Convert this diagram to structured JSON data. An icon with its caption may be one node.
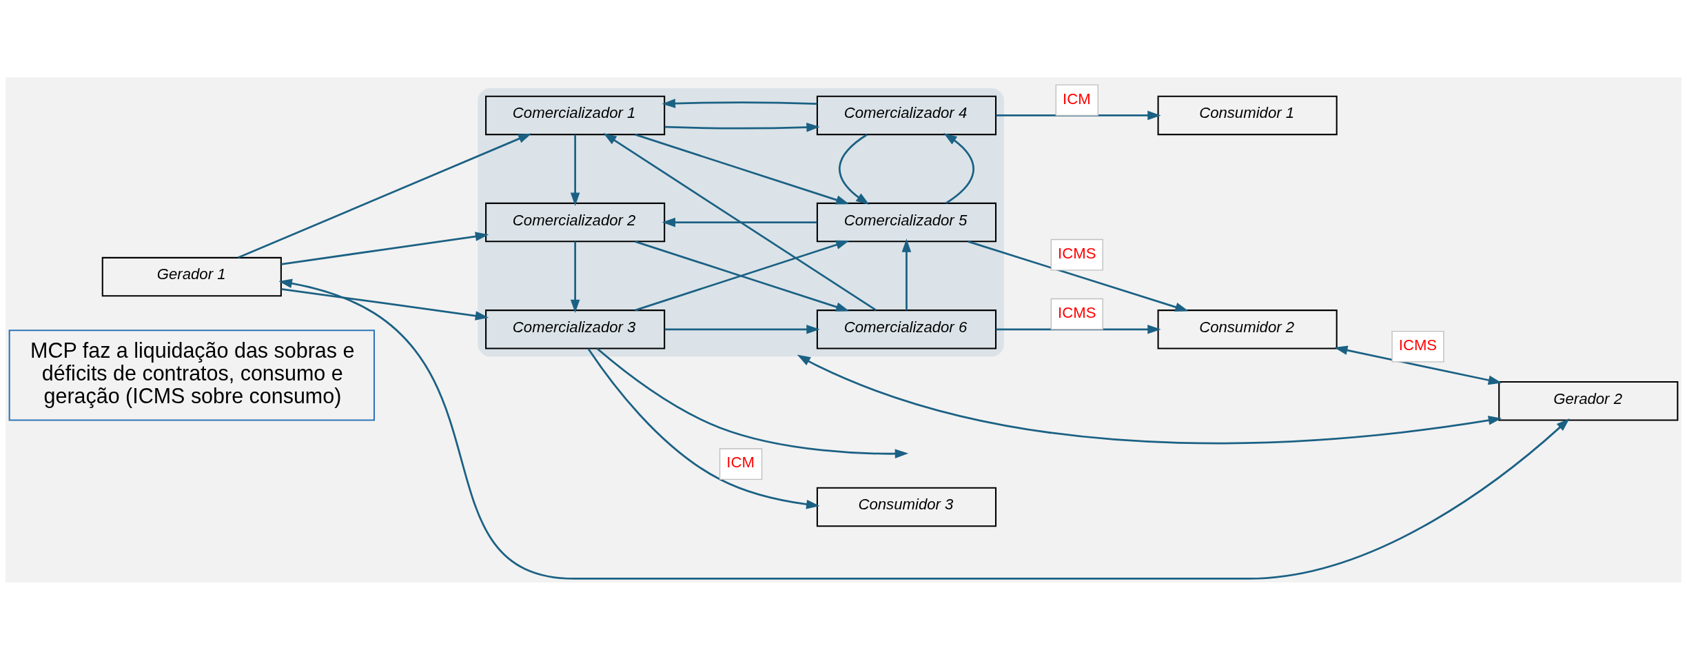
{
  "diagram": {
    "nodes": [
      {
        "text": [
          "MCP faz a liquidação das sobras e déficits de contratos, consumo e geração (ICMS sobre consumo)"
        ]
      },
      {
        "text": [
          "Consumidor 1"
        ]
      },
      {
        "text": [],
        "shape": "ellipse"
      },
      {
        "text": [
          "Gerador 1"
        ]
      },
      {
        "text": [
          "Comercializador 1"
        ],
        "in": 2
      },
      {
        "text": [
          "Comercializador 2"
        ],
        "in": 2
      },
      {
        "text": [
          "Comercializador 3"
        ],
        "in": 2
      },
      {
        "text": [
          "Comercializador 4"
        ],
        "in": 2
      },
      {
        "text": [
          "Comercializador 5"
        ],
        "in": 2
      },
      {
        "text": [
          "Comercializador 6"
        ],
        "in": 2
      },
      {
        "text": [
          "Consumidor 2"
        ]
      },
      {
        "text": [
          "Consumidor 3"
        ]
      },
      {
        "text": [
          "Gerador 2"
        ]
      }
    ],
    "edges": [
      {
        "from": 3,
        "to": 4,
        "arrow": "to"
      },
      {
        "from": 3,
        "to": 5,
        "arrow": "to"
      },
      {
        "from": 3,
        "to": 6,
        "arrow": "to"
      },
      {
        "from": 4,
        "to": 5,
        "arrow": "to"
      },
      {
        "from": 5,
        "to": 6,
        "arrow": "to"
      },
      {
        "from": 4,
        "to": 7,
        "arrow": "to"
      },
      {
        "from": 7,
        "to": 4,
        "arrow": "to"
      },
      {
        "from": 4,
        "to": 8,
        "arrow": "to"
      },
      {
        "from": 9,
        "to": 4,
        "arrow": "to"
      },
      {
        "from": 6,
        "to": null,
        "arrow": "to"
      },
      {
        "from": 8,
        "to": 5,
        "arrow": "to"
      },
      {
        "from": 5,
        "to": 9,
        "arrow": "to"
      },
      {
        "from": 6,
        "to": 8,
        "arrow": "to"
      },
      {
        "from": 6,
        "to": 9,
        "arrow": "to"
      },
      {
        "from": 8,
        "to": 7,
        "arrow": "to"
      },
      {
        "from": 7,
        "to": 8,
        "arrow": "to"
      },
      {
        "from": 9,
        "to": 8,
        "arrow": "to"
      },
      {
        "from": 7,
        "to": 1,
        "arrow": "to",
        "label": "ICM"
      },
      {
        "from": 6,
        "to": 11,
        "arrow": "to",
        "label": "ICM"
      },
      {
        "from": 8,
        "to": 10,
        "arrow": "to",
        "label": "ICMS"
      },
      {
        "from": 9,
        "to": 10,
        "arrow": "to",
        "label": "ICMS"
      },
      {
        "from": 10,
        "to": 12,
        "arrow": "both",
        "label": "ICMS"
      },
      {
        "from": 2,
        "to": 12,
        "arrow": "both"
      },
      {
        "from": 3,
        "to": 12,
        "arrow": "both"
      }
    ]
  }
}
